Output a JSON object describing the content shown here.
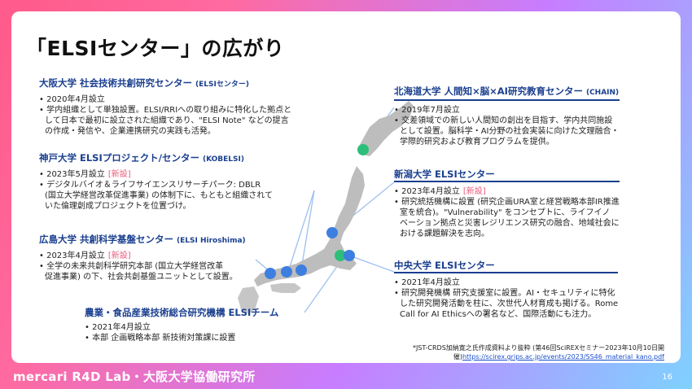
{
  "title": "「ELSIセンター」の広がり",
  "centers": {
    "osaka": {
      "heading": "大阪大学 社会技術共創研究センター",
      "sub": "(ELSIセンター)",
      "lines": [
        "2020年4月設立",
        "学内組織として単独設置。ELSI/RRIへの取り組みに特化した拠点と",
        "して日本で最初に設立された組織であり、\"ELSI Note\" などの提言",
        "の作成・発信や、企業連携研究の実践も活発。"
      ]
    },
    "kobe": {
      "heading": "神戸大学 ELSIプロジェクト/センター",
      "sub": "(KOBELSI)",
      "date": "2023年5月設立",
      "new": "[新設]",
      "lines": [
        "デジタルバイオ＆ライフサイエンスリサーチパーク: DBLR",
        "(国立大学経営改革促進事業) の体制下に、もともと組織されて",
        "いた倫理創成プロジェクトを位置づけ。"
      ]
    },
    "hiroshima": {
      "heading": "広島大学 共創科学基盤センター",
      "sub": "(ELSI Hiroshima)",
      "date": "2023年4月設立",
      "new": "[新設]",
      "lines": [
        "全学の未来共創科学研究本部 (国立大学経営改革",
        "促進事業) の下、社会共創基盤ユニットとして設置。"
      ]
    },
    "naro": {
      "heading": "農業・食品産業技術総合研究機構 ELSIチーム",
      "lines": [
        "2021年4月設立",
        "本部 企画戦略本部 新技術対策課に設置"
      ]
    },
    "hokkaido": {
      "heading": "北海道大学 人間知×脳×AI研究教育センター",
      "sub": "(CHAIN)",
      "lines": [
        "2019年7月設立",
        "交差領域での新しい人間知の創出を目指す、学内共同施設",
        "として設置。脳科学・AI分野の社会実装に向けた文理融合・",
        "学際的研究および教育プログラムを提供。"
      ]
    },
    "niigata": {
      "heading": "新潟大学 ELSIセンター",
      "date": "2023年4月設立",
      "new": "[新設]",
      "lines": [
        "研究統括機構に設置 (研究企画URA室と経営戦略本部IR推進",
        "室を統合)。\"Vulnerability\" をコンセプトに、ライフイノ",
        "ベーション拠点と災害レジリエンス研究の融合、地域社会に",
        "おける課題解決を志向。"
      ]
    },
    "chuo": {
      "heading": "中央大学 ELSIセンター",
      "lines": [
        "2021年4月設立",
        "研究開発機構 研究支援室に設置。AI・セキュリティに特化",
        "した研究開発活動を柱に、次世代人材育成も掲げる。Rome",
        "Call for AI Ethicsへの署名など、国際活動にも注力。"
      ]
    }
  },
  "footnote": {
    "line1": "*JST-CRDS加納寛之氏作成資料より抜粋 (第46回SciREXセミナー2023年10月10日開",
    "line2_prefix": "催)",
    "link": "https://scirex.grips.ac.jp/events/2023/SS46_material_kano.pdf"
  },
  "footer": {
    "brand": "mercari R4D Lab・大阪大学協働研究所",
    "page": "16"
  },
  "colors": {
    "heading_blue": "#1a3f8f",
    "new_tag": "#e85b7a",
    "marker_blue": "#3d7fe0",
    "marker_green": "#2dbf7a",
    "map_gray": "#b8b8b8"
  }
}
